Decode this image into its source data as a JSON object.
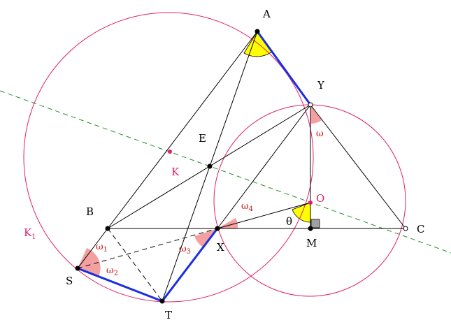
{
  "points": {
    "A": "A",
    "Y": "Y",
    "E": "E",
    "K": "K",
    "O": "O",
    "B": "B",
    "C": "C",
    "M": "M",
    "X": "X",
    "S": "S",
    "T": "T"
  },
  "circle_label": {
    "main": "K",
    "sub": "1"
  },
  "angles": {
    "theta": "θ",
    "omega": "ω",
    "omega1": {
      "main": "ω",
      "sub": "1"
    },
    "omega2": {
      "main": "ω",
      "sub": "2"
    },
    "omega3": {
      "main": "ω",
      "sub": "3"
    },
    "omega4": {
      "main": "ω",
      "sub": "4"
    }
  },
  "colors": {
    "circle": "#e0206a",
    "line": "#000000",
    "highlight_segment": "#1a2ee0",
    "dashed_line": "#2a8a2a",
    "angle_fill_yellow": "#ffff00",
    "angle_fill_pink": "#f4a0a0",
    "right_angle_fill": "#a0a0a0"
  }
}
